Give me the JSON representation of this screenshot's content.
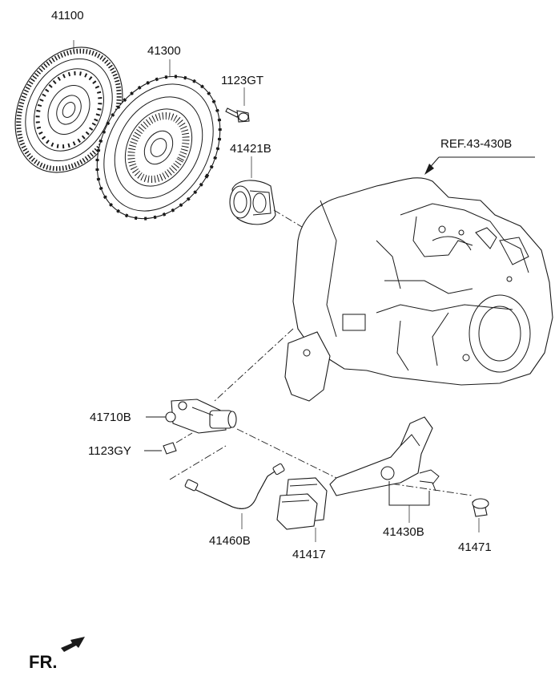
{
  "labels": {
    "clutch_disc": "41100",
    "pressure_plate": "41300",
    "bolt": "1123GT",
    "release_bearing": "41421B",
    "transaxle_ref": "REF.43-430B",
    "release_cylinder": "41710B",
    "cylinder_bolt": "1123GY",
    "hose": "41460B",
    "boot": "41417",
    "release_fork": "41430B",
    "fork_pivot": "41471"
  },
  "front_indicator": "FR."
}
